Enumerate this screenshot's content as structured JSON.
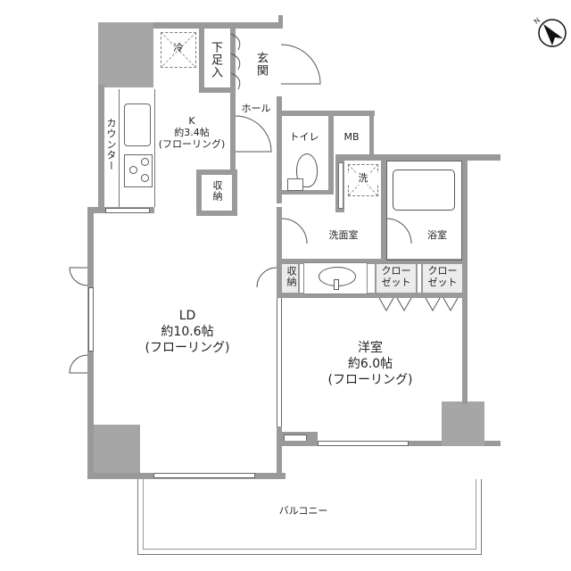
{
  "compass": {
    "icon": "north-arrow-icon",
    "label": "N"
  },
  "rooms": {
    "kitchen": {
      "title": "K",
      "size": "約3.4帖",
      "floor": "(フローリング)"
    },
    "ld": {
      "title": "LD",
      "size": "約10.6帖",
      "floor": "(フローリング)"
    },
    "western_room": {
      "title": "洋室",
      "size": "約6.0帖",
      "floor": "(フローリング)"
    },
    "entrance": {
      "title": "玄関"
    },
    "shoe_storage": {
      "title": "下足入"
    },
    "hall": {
      "title": "ホール"
    },
    "toilet": {
      "title": "トイレ"
    },
    "meter_box": {
      "title": "MB"
    },
    "washroom": {
      "title": "洗面室"
    },
    "bathroom": {
      "title": "浴室"
    },
    "balcony": {
      "title": "バルコニー"
    }
  },
  "fixtures": {
    "fridge": "冷",
    "washer": "洗",
    "counter": "カウンター",
    "storage_kitchen": "収納",
    "storage_washroom": "収納",
    "closet_1": "クロー\nゼット",
    "closet_2": "クロー\nゼット"
  },
  "colors": {
    "wall": "#9a9a9a",
    "pillar": "#a6a6a6",
    "line": "#555555",
    "background": "#ffffff"
  }
}
